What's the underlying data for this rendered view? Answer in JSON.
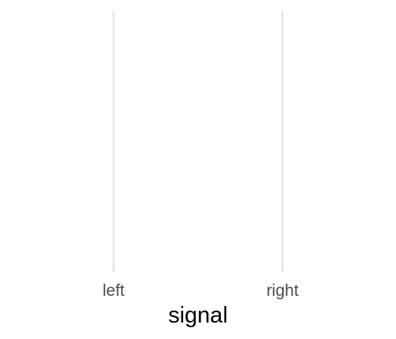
{
  "chart_data": {
    "type": "bar",
    "categories": [
      "left",
      "right"
    ],
    "values": [],
    "xlabel": "signal",
    "ylabel": "",
    "grid": true,
    "legend": "none"
  },
  "colors": {
    "background": "#ffffff",
    "gridline": "#e5e5e5",
    "tick_text": "#4d4d4d",
    "axis_title": "#000000"
  }
}
